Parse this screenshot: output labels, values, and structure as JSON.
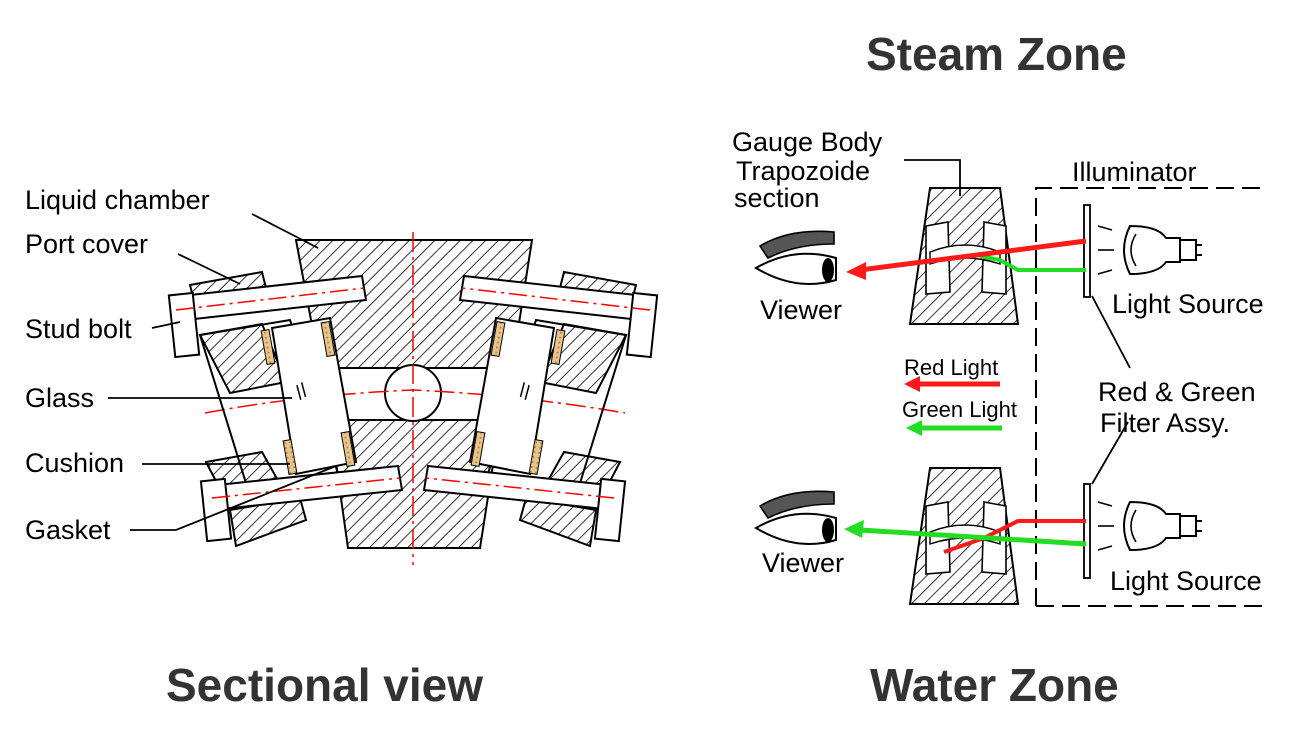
{
  "titles": {
    "steam_zone": "Steam Zone",
    "water_zone": "Water Zone",
    "sectional_view": "Sectional view"
  },
  "sectional_labels": {
    "liquid_chamber": "Liquid chamber",
    "port_cover": "Port cover",
    "stud_bolt": "Stud bolt",
    "glass": "Glass",
    "cushion": "Cushion",
    "gasket": "Gasket"
  },
  "steam_labels": {
    "gauge_body_1": "Gauge Body",
    "gauge_body_2": "Trapozoide",
    "gauge_body_3": "section",
    "illuminator": "Illuminator",
    "viewer": "Viewer",
    "light_source": "Light Source",
    "filter_1": "Red & Green",
    "filter_2": "Filter Assy."
  },
  "legend": {
    "red_light": "Red Light",
    "green_light": "Green Light"
  },
  "water_labels": {
    "viewer": "Viewer",
    "light_source": "Light Source"
  },
  "colors": {
    "red": "#ff1a1a",
    "green": "#22dd22",
    "cushion": "#e8c48a",
    "hatch": "#000000",
    "title": "#333333"
  }
}
